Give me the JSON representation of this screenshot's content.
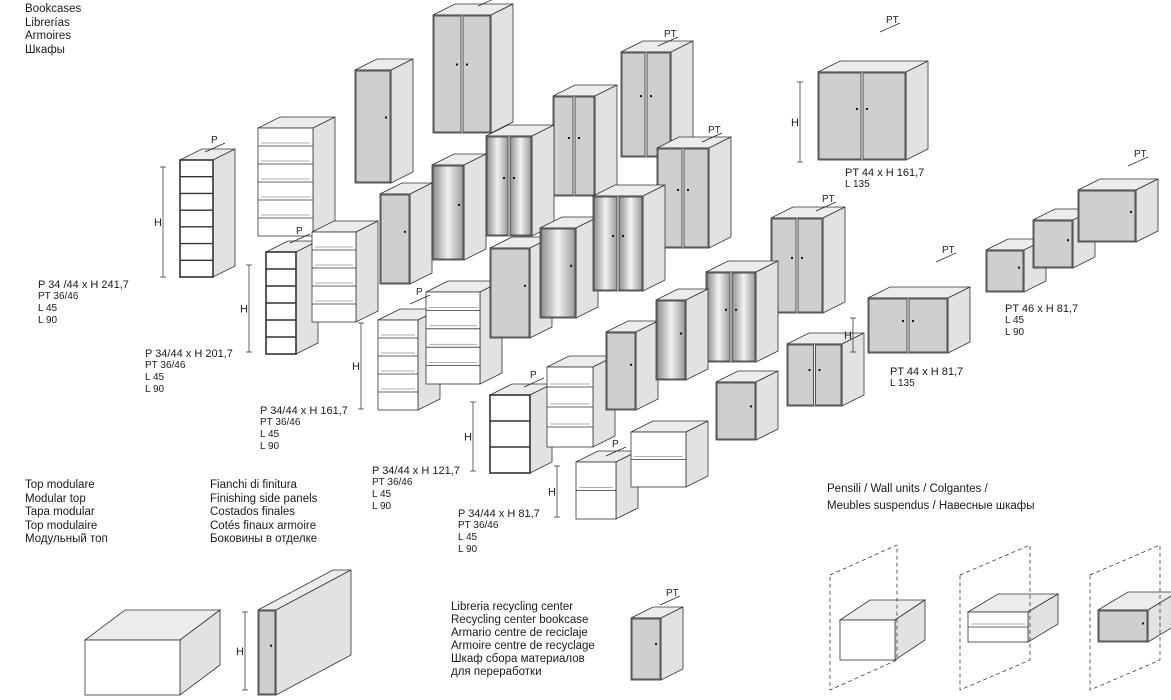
{
  "title_block": {
    "lines": [
      "Bookcases",
      "Librerías",
      "Armoires",
      "Шкафы"
    ]
  },
  "specs": [
    {
      "id": "spec-h2417",
      "main": "P 34 /44 x H 241,7",
      "lines": [
        "PT 36/46",
        "L 45",
        "L 90"
      ]
    },
    {
      "id": "spec-h2017",
      "main": "P 34/44 x H 201,7",
      "lines": [
        "PT 36/46",
        "L 45",
        "L 90"
      ]
    },
    {
      "id": "spec-h1617",
      "main": "P 34/44 x H 161,7",
      "lines": [
        "PT 36/46",
        "L 45",
        "L 90"
      ]
    },
    {
      "id": "spec-h1217",
      "main": "P 34/44 x H 121,7",
      "lines": [
        "PT 36/46",
        "L 45",
        "L 90"
      ]
    },
    {
      "id": "spec-h817",
      "main": "P 34/44 x H 81,7",
      "lines": [
        "PT 36/46",
        "L 45",
        "L 90"
      ]
    },
    {
      "id": "spec-sliding-1617",
      "main": "PT 44 x H 161,7",
      "lines": [
        "L 135"
      ]
    },
    {
      "id": "spec-sliding-817",
      "main": "PT 44 x H 81,7",
      "lines": [
        "L 135"
      ]
    },
    {
      "id": "spec-drawers",
      "main": "PT 46 x H 81,7",
      "lines": [
        "L 45",
        "L 90"
      ]
    }
  ],
  "top_modulare": {
    "lines": [
      "Top modulare",
      "Modular top",
      "Tapa modular",
      "Top modulaire",
      "Модульный топ"
    ]
  },
  "fianchi": {
    "lines": [
      "Fianchi di finitura",
      "Finishing side panels",
      "Costados finales",
      "Cotés finaux armoire",
      "Боковины в отделке"
    ]
  },
  "pensili": {
    "lines": [
      "Pensili / Wall units / Colgantes /",
      "Meubles suspendus / Навесные шкафы"
    ]
  },
  "recycling": {
    "lines": [
      "Libreria recycling center",
      "Recycling center bookcase",
      "Armario centre de reciclaje",
      "Armoire centre de recyclage",
      "Шкаф сбора материалов",
      "для переработки"
    ]
  },
  "dim_labels": {
    "h": "H",
    "p": "P",
    "pt": "PT",
    "l": "L"
  },
  "colors": {
    "line": "#333333",
    "door": "#cfcfcf",
    "door_dark": "#9a9a9a",
    "top": "#ececec"
  }
}
